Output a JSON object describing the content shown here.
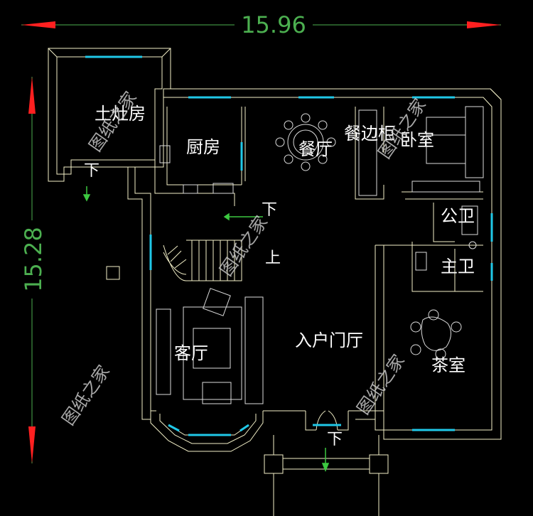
{
  "dimensions": {
    "width_label": "15.96",
    "height_label": "15.28",
    "dim_color": "#ff2020",
    "line_color": "#4caf50"
  },
  "rooms": {
    "earthen_kitchen": "土灶房",
    "kitchen": "厨房",
    "dining": "餐厅",
    "sideboard": "餐边柜",
    "bedroom": "卧室",
    "public_bath": "公卫",
    "master_bath": "主卫",
    "living": "客厅",
    "entry_hall": "入户门厅",
    "tea_room": "茶室"
  },
  "stair_marks": {
    "side_entry": "下",
    "main_stair_down": "下",
    "main_stair_up": "上",
    "front_entry": "下"
  },
  "watermark": {
    "text": "图纸之家",
    "color": "#c8c8c8"
  },
  "colors": {
    "wall": "#f3f0c8",
    "window": "#20c8e8",
    "furniture": "#dcdcdc",
    "accent": "#3cc840",
    "label": "#ffffff"
  }
}
